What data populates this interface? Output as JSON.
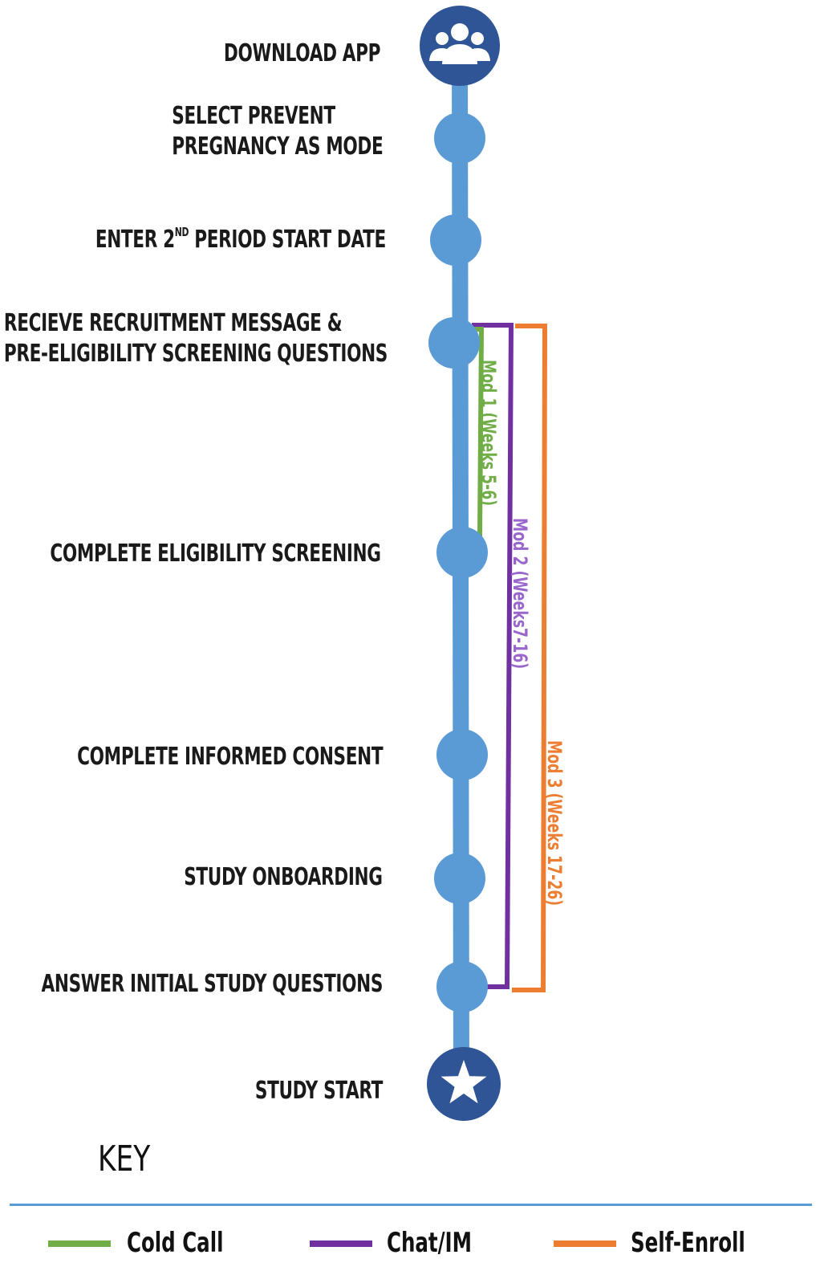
{
  "steps": [
    {
      "id": "download",
      "label_lines": [
        "DOWNLOAD APP"
      ],
      "marker": "people-icon"
    },
    {
      "id": "select-mode",
      "label_lines": [
        "SELECT PREVENT",
        "PREGNANCY AS MODE"
      ],
      "marker": "dot"
    },
    {
      "id": "period",
      "label_pre": "ENTER 2",
      "label_sup": "ND",
      "label_post": " PERIOD START DATE",
      "marker": "dot"
    },
    {
      "id": "recruit",
      "label_lines": [
        "RECIEVE RECRUITMENT MESSAGE &",
        "PRE-ELIGIBILITY SCREENING QUESTIONS"
      ],
      "marker": "dot"
    },
    {
      "id": "eligibility",
      "label_lines": [
        "COMPLETE ELIGIBILITY SCREENING"
      ],
      "marker": "dot"
    },
    {
      "id": "consent",
      "label_lines": [
        "COMPLETE INFORMED CONSENT"
      ],
      "marker": "dot"
    },
    {
      "id": "onboarding",
      "label_lines": [
        "STUDY ONBOARDING"
      ],
      "marker": "dot"
    },
    {
      "id": "initial-questions",
      "label_lines": [
        "ANSWER INITIAL STUDY QUESTIONS"
      ],
      "marker": "dot"
    },
    {
      "id": "start",
      "label_lines": [
        "STUDY START"
      ],
      "marker": "star-icon"
    }
  ],
  "brackets": [
    {
      "id": "mod1",
      "label": "Mod 1 (Weeks 5-6)",
      "color": "#70ad47",
      "from_step": "recruit",
      "to_step": "eligibility"
    },
    {
      "id": "mod2",
      "label": "Mod 2 (Weeks7-16)",
      "color": "#7030a0",
      "from_step": "recruit",
      "to_step": "initial-questions"
    },
    {
      "id": "mod3",
      "label": "Mod 3 (Weeks 17-26)",
      "color": "#ed7d31",
      "from_step": "recruit",
      "to_step": "initial-questions"
    }
  ],
  "colors": {
    "line": "#5b9bd5",
    "node_dark": "#2f5597",
    "mod1": "#70ad47",
    "mod2": "#7030a0",
    "mod3": "#ed7d31"
  },
  "key": {
    "title": "KEY",
    "items": [
      {
        "label": "Cold Call",
        "color": "#70ad47"
      },
      {
        "label": "Chat/IM",
        "color": "#7030a0"
      },
      {
        "label": "Self-Enroll",
        "color": "#ed7d31"
      }
    ]
  }
}
